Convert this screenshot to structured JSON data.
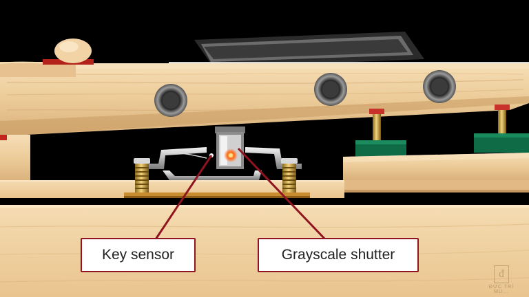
{
  "labels": {
    "key_sensor": "Key sensor",
    "grayscale_shutter": "Grayscale shutter"
  },
  "watermark": {
    "text": "ĐỨC TRÍ MU..."
  },
  "colors": {
    "wood_light": "#f1d5aa",
    "wood_mid": "#e6bf88",
    "callout_line": "#8f1420",
    "felt_green": "#0e6b45",
    "felt_red": "#c4241e",
    "sensor_led": "#ff6a1a",
    "background": "#000000"
  },
  "icons": {
    "watermark_logo": "dt-monogram-icon"
  }
}
